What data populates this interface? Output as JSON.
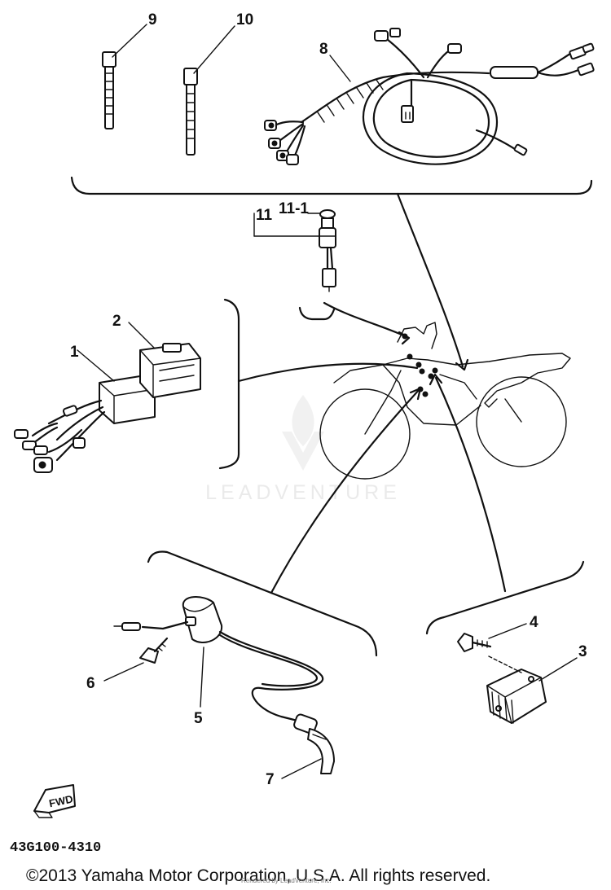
{
  "callouts": {
    "c1": "1",
    "c2": "2",
    "c3": "3",
    "c4": "4",
    "c5": "5",
    "c6": "6",
    "c7": "7",
    "c8": "8",
    "c9": "9",
    "c10": "10",
    "c11": "11",
    "c11_1": "11-1"
  },
  "fwd_label": "FWD",
  "diagram_code": "43G100-4310",
  "watermark": {
    "brand": "LEADVENTURE",
    "rendered_by": "Rendered by LeadVenture, Inc."
  },
  "copyright": "©2013 Yamaha Motor Corporation, U.S.A. All rights reserved."
}
